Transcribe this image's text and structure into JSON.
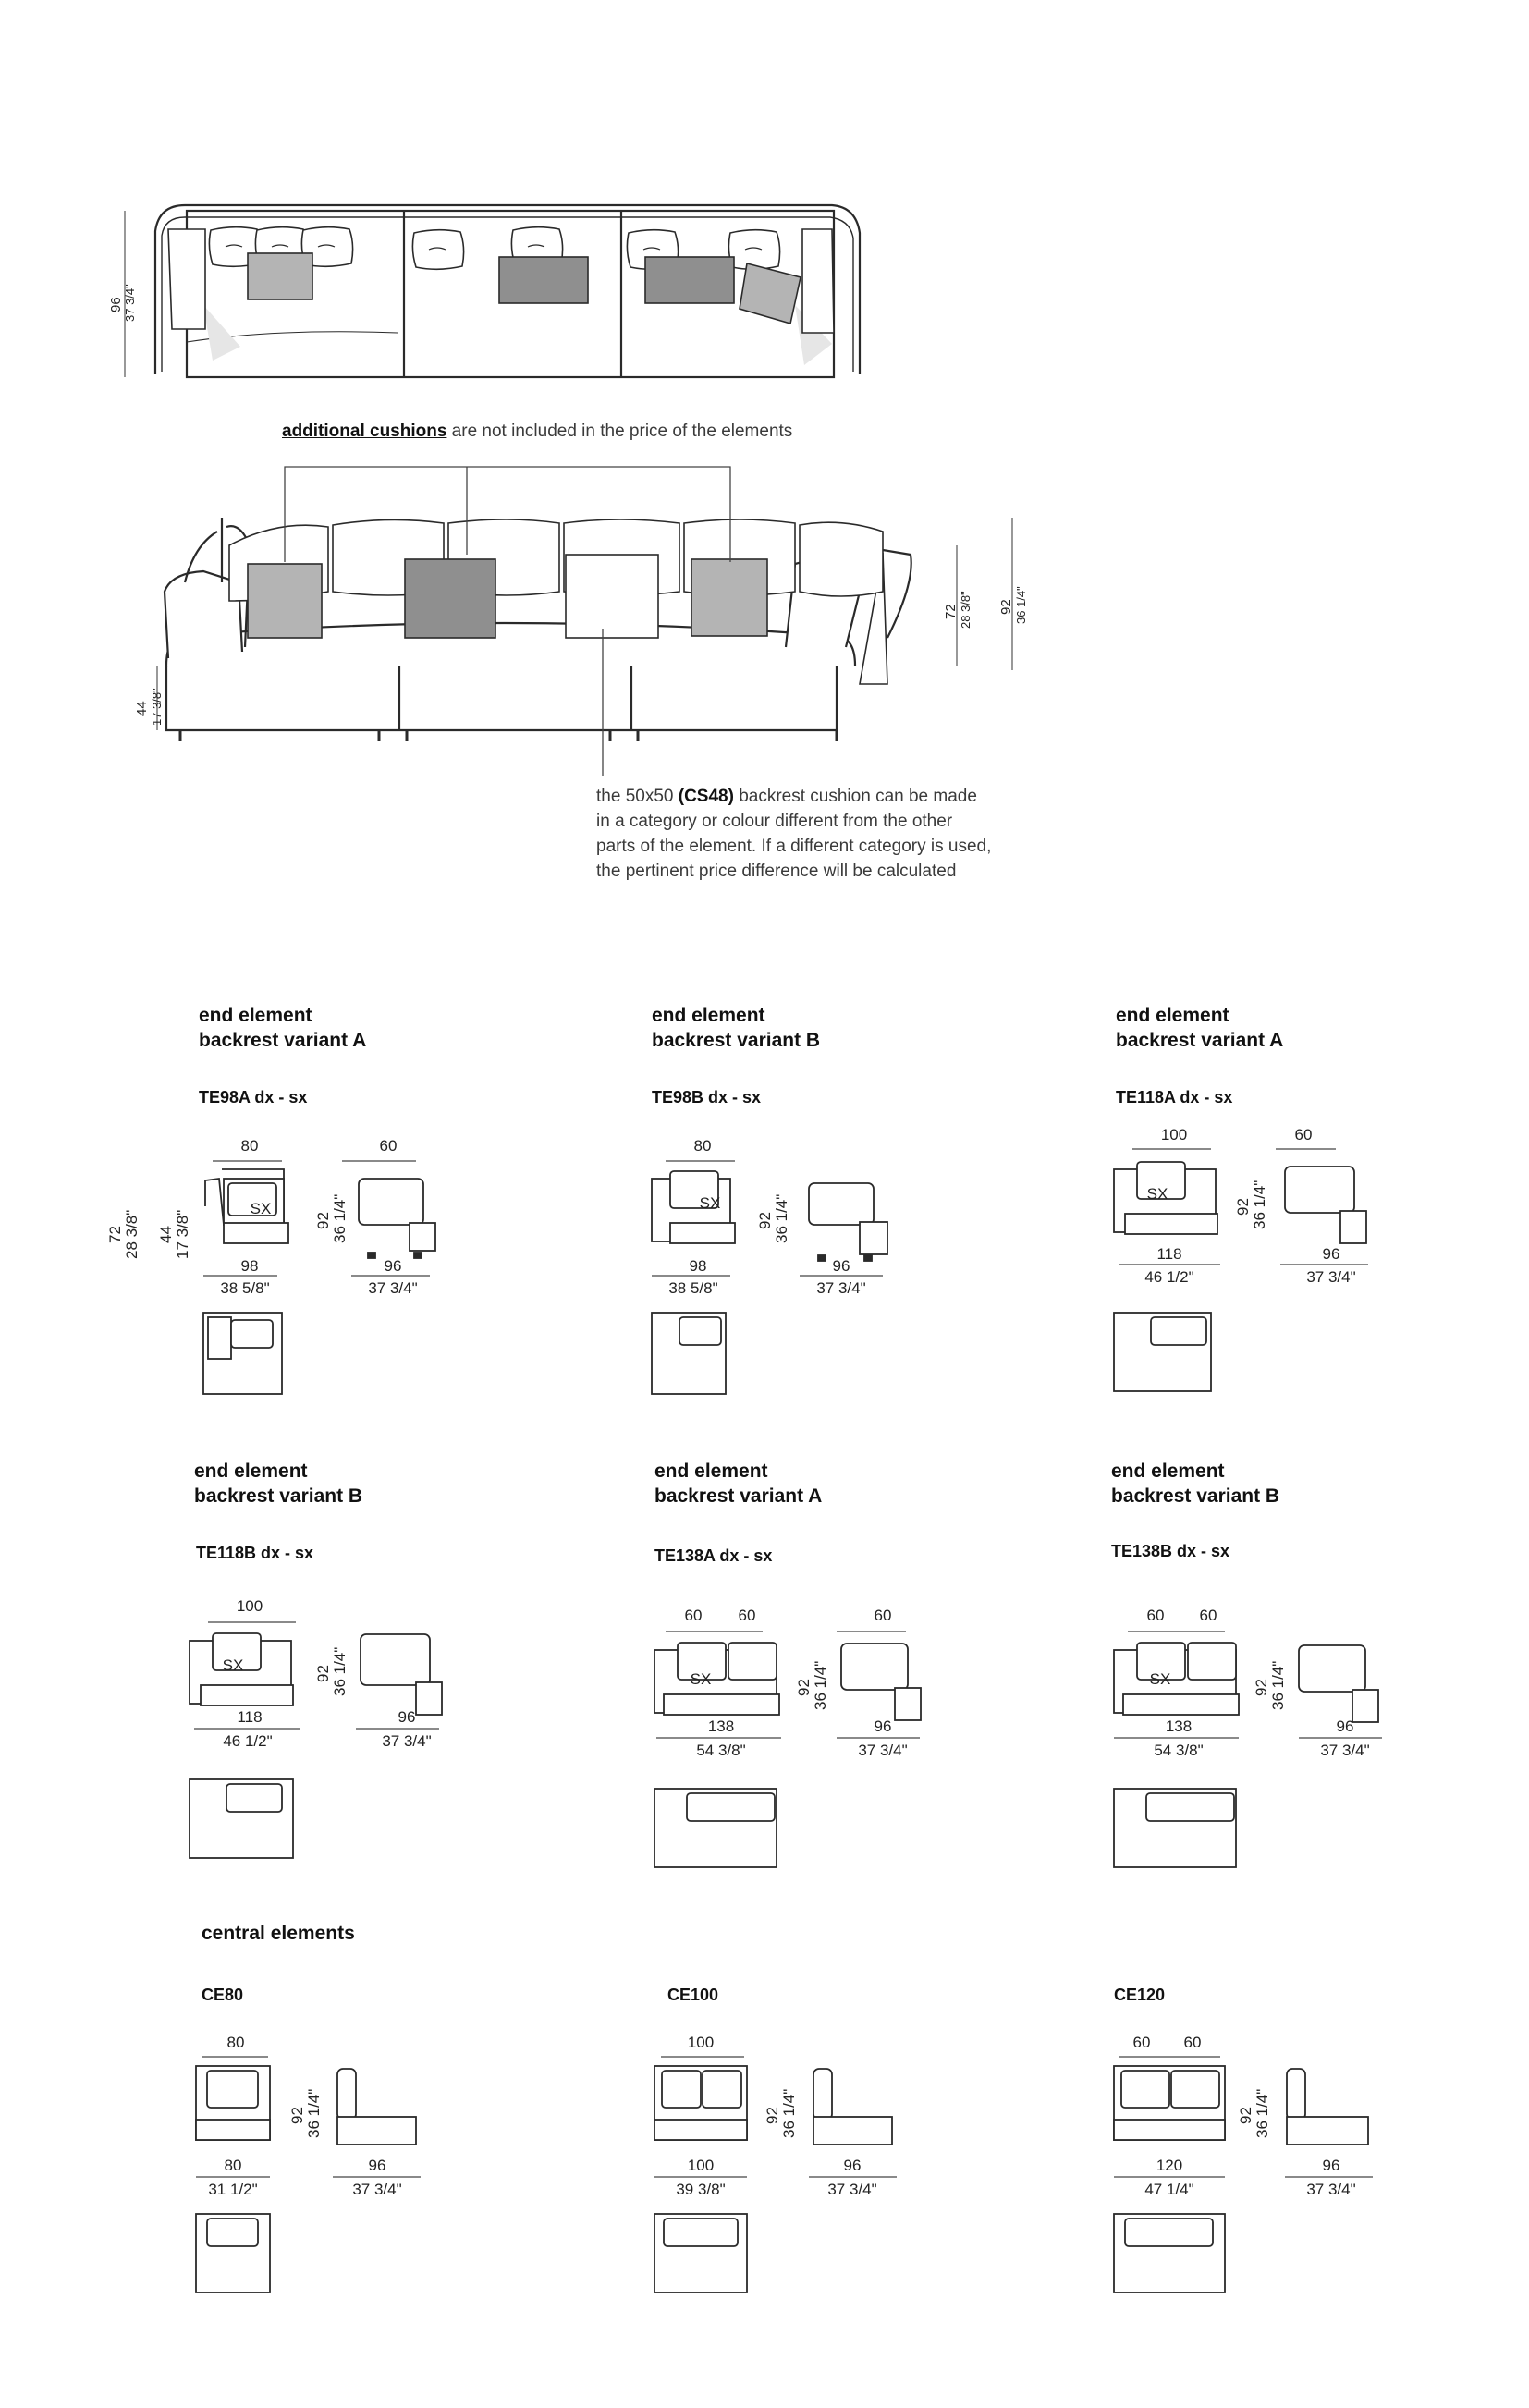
{
  "top_view": {
    "height_cm": "96",
    "height_in": "37 3/4\""
  },
  "front_view": {
    "seat_cm": "44",
    "seat_in": "17 3/8\"",
    "arm_cm": "72",
    "arm_in": "28 3/8\"",
    "total_cm": "92",
    "total_in": "36 1/4\""
  },
  "notes": {
    "cushions_bold": "additional cushions",
    "cushions_rest": " are not included in the price of the elements",
    "backrest_pre": "the 50x50 ",
    "backrest_bold": "(CS48)",
    "backrest_line1_rest": " backrest cushion can be made",
    "backrest_line2": "in a category or colour different from the other",
    "backrest_line3": "parts of the element. If a different category is used,",
    "backrest_line4": "the pertinent price difference will be calculated"
  },
  "elements": [
    {
      "title1": "end element",
      "title2": "backrest variant A",
      "code": "TE98A  dx - sx",
      "w_top": "80",
      "w_side": "60",
      "h_cm": "92",
      "h_in": "36 1/4\"",
      "w_cm": "98",
      "w_in": "38 5/8\"",
      "d_cm": "96",
      "d_in": "37 3/4\"",
      "arm_cm": "72",
      "arm_in": "28 3/8\"",
      "seat_cm": "44",
      "seat_in": "17 3/8\"",
      "sx": "SX"
    },
    {
      "title1": "end element",
      "title2": "backrest variant B",
      "code": "TE98B  dx - sx",
      "w_top": "80",
      "h_cm": "92",
      "h_in": "36 1/4\"",
      "w_cm": "98",
      "w_in": "38 5/8\"",
      "d_cm": "96",
      "d_in": "37 3/4\"",
      "sx": "SX"
    },
    {
      "title1": "end element",
      "title2": "backrest variant A",
      "code": "TE118A  dx - sx",
      "w_top": "100",
      "w_side": "60",
      "h_cm": "92",
      "h_in": "36 1/4\"",
      "w_cm": "118",
      "w_in": "46 1/2\"",
      "d_cm": "96",
      "d_in": "37 3/4\"",
      "sx": "SX"
    },
    {
      "title1": "end element",
      "title2": "backrest variant B",
      "code": "TE118B  dx - sx",
      "w_top": "100",
      "h_cm": "92",
      "h_in": "36 1/4\"",
      "w_cm": "118",
      "w_in": "46 1/2\"",
      "d_cm": "96",
      "d_in": "37 3/4\"",
      "sx": "SX"
    },
    {
      "title1": "end element",
      "title2": "backrest variant A",
      "code": "TE138A  dx - sx",
      "w_top_a": "60",
      "w_top_b": "60",
      "w_side": "60",
      "h_cm": "92",
      "h_in": "36 1/4\"",
      "w_cm": "138",
      "w_in": "54 3/8\"",
      "d_cm": "96",
      "d_in": "37 3/4\"",
      "sx": "SX"
    },
    {
      "title1": "end element",
      "title2": "backrest variant B",
      "code": "TE138B  dx - sx",
      "w_top_a": "60",
      "w_top_b": "60",
      "h_cm": "92",
      "h_in": "36 1/4\"",
      "w_cm": "138",
      "w_in": "54 3/8\"",
      "d_cm": "96",
      "d_in": "37 3/4\"",
      "sx": "SX"
    }
  ],
  "central": {
    "title": "central elements",
    "items": [
      {
        "code": "CE80",
        "w_top": "80",
        "h_cm": "92",
        "h_in": "36 1/4\"",
        "w_cm": "80",
        "w_in": "31 1/2\"",
        "d_cm": "96",
        "d_in": "37 3/4\""
      },
      {
        "code": "CE100",
        "w_top": "100",
        "h_cm": "92",
        "h_in": "36 1/4\"",
        "w_cm": "100",
        "w_in": "39 3/8\"",
        "d_cm": "96",
        "d_in": "37 3/4\""
      },
      {
        "code": "CE120",
        "w_top_a": "60",
        "w_top_b": "60",
        "h_cm": "92",
        "h_in": "36 1/4\"",
        "w_cm": "120",
        "w_in": "47 1/4\"",
        "d_cm": "96",
        "d_in": "37 3/4\""
      }
    ]
  },
  "colors": {
    "line": "#2a2a2a",
    "cushion_gray": "#b4b4b4",
    "cushion_dark": "#8f8f8f",
    "shadow": "#e2e2e2"
  }
}
